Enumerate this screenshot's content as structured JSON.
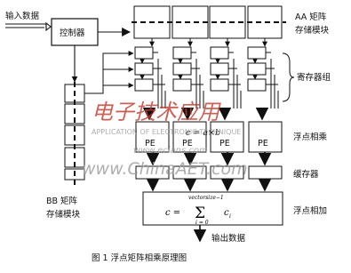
{
  "labels": {
    "input_data": "输入数据",
    "controller": "控制器",
    "aa_line1": "AA 矩阵",
    "aa_line2": "存储模块",
    "register_group": "寄存器组",
    "fp_multiply": "浮点相乘",
    "buffer": "缓存器",
    "fp_add": "浮点相加",
    "bb_line1": "BB 矩阵",
    "bb_line2": "存储模块",
    "output_data": "输出数据",
    "caption": "图 1    浮点矩阵相乘原理图"
  },
  "pe": {
    "label": "PE",
    "formula": "c = a×b"
  },
  "sum_formula": {
    "lhs": "c =",
    "upper": "vectorsize−1",
    "sigma": "Σ",
    "lower": "i = 0",
    "term": "c",
    "subscript": "i"
  },
  "watermark": {
    "brand": "电子技术应用",
    "english": "APPLICATION OF ELECTRONIC TECHNIQUE",
    "url1": "www.ecians.com",
    "url2": "www.ChinaAET.com"
  },
  "colors": {
    "line": "#111111",
    "watermark_red": "#c0392b",
    "watermark_gray": "#9a9a9a"
  }
}
